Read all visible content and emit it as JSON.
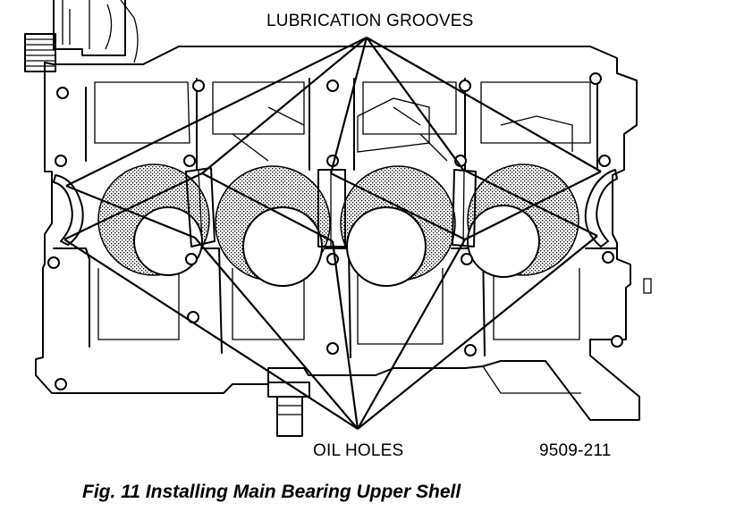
{
  "labels": {
    "top": "LUBRICATION GROOVES",
    "bottom": "OIL HOLES",
    "part_code": "9509-211"
  },
  "caption": "Fig. 11 Installing Main Bearing Upper Shell",
  "colors": {
    "ink": "#000000",
    "paper": "#ffffff"
  }
}
